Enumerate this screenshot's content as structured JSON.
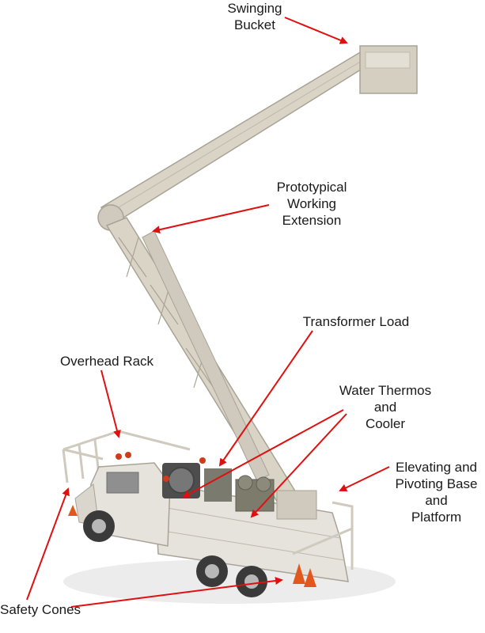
{
  "labels": {
    "swinging_bucket": [
      "Swinging",
      "Bucket"
    ],
    "working_extension": [
      "Prototypical",
      "Working",
      "Extension"
    ],
    "transformer_load": [
      "Transformer Load"
    ],
    "overhead_rack": [
      "Overhead Rack"
    ],
    "water_thermos": [
      "Water Thermos",
      "and",
      "Cooler"
    ],
    "elevating_base": [
      "Elevating and",
      "Pivoting Base",
      "and",
      "Platform"
    ],
    "safety_cones": [
      "Safety Cones"
    ]
  },
  "colors": {
    "arrow": "#e01010",
    "boom": "#d9d4c6",
    "boom_shadow": "#a9a396",
    "body": "#e6e3dc",
    "tire": "#3a3a3a",
    "cone": "#e2571c",
    "label_text": "#1a1a1a"
  }
}
